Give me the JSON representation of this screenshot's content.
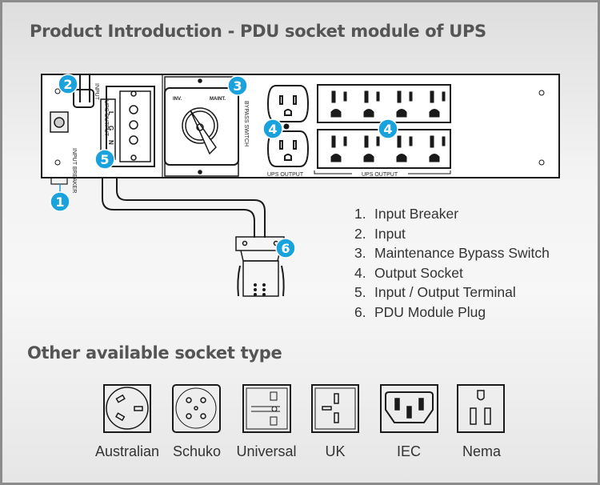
{
  "title": "Product Introduction - PDU socket module of UPS",
  "diagram": {
    "panel_labels": {
      "input": "INPUT",
      "input_breaker": "INPUT BREAKER",
      "terminal_letters": [
        "L",
        "G",
        "N"
      ],
      "terminal_label": "UPS OUTPUT",
      "switch_inv": "INV.",
      "switch_maint": "MAINT.",
      "bypass_switch": "BYPASS SWITCH",
      "duplex_label": "UPS OUTPUT",
      "strip_label": "UPS OUTPUT"
    },
    "badges": [
      "1",
      "2",
      "3",
      "4",
      "4",
      "5",
      "6"
    ],
    "badge_color": "#1aa2dd"
  },
  "legend": [
    {
      "num": "1.",
      "text": "Input Breaker"
    },
    {
      "num": "2.",
      "text": "Input"
    },
    {
      "num": "3.",
      "text": "Maintenance Bypass Switch"
    },
    {
      "num": "4.",
      "text": "Output Socket"
    },
    {
      "num": "5.",
      "text": "Input / Output Terminal"
    },
    {
      "num": "6.",
      "text": "PDU Module Plug"
    }
  ],
  "sockets": {
    "title": "Other available socket type",
    "types": [
      "Australian",
      "Schuko",
      "Universal",
      "UK",
      "IEC",
      "Nema"
    ]
  }
}
